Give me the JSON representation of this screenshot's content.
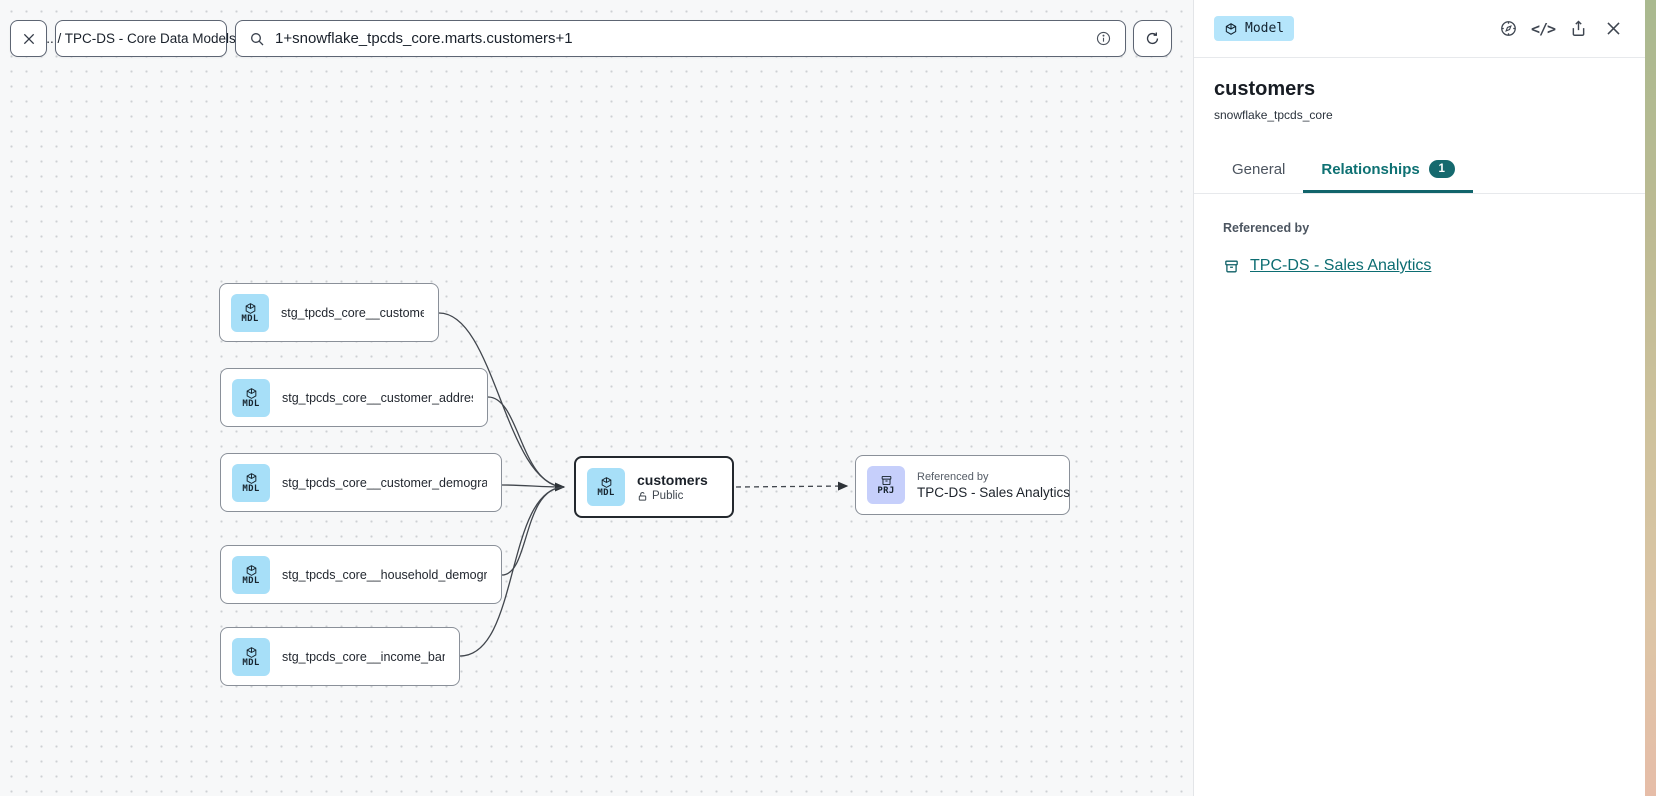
{
  "toolbar": {
    "breadcrumb": ".. / TPC-DS - Core Data Models",
    "search_value": "1+snowflake_tpcds_core.marts.customers+1"
  },
  "lineage": {
    "upstream_nodes": [
      {
        "badge": "MDL",
        "label": "stg_tpcds_core__customer"
      },
      {
        "badge": "MDL",
        "label": "stg_tpcds_core__customer_address"
      },
      {
        "badge": "MDL",
        "label": "stg_tpcds_core__customer_demogra…"
      },
      {
        "badge": "MDL",
        "label": "stg_tpcds_core__household_demogr…"
      },
      {
        "badge": "MDL",
        "label": "stg_tpcds_core__income_band"
      }
    ],
    "selected_node": {
      "badge": "MDL",
      "title": "customers",
      "access": "Public"
    },
    "downstream_node": {
      "badge": "PRJ",
      "kicker": "Referenced by",
      "label": "TPC-DS - Sales Analytics"
    }
  },
  "panel": {
    "type_badge": "Model",
    "title": "customers",
    "project": "snowflake_tpcds_core",
    "tabs": {
      "general": "General",
      "relationships": "Relationships",
      "relationships_count": "1"
    },
    "referenced_by_heading": "Referenced by",
    "referenced_by_link": "TPC-DS - Sales Analytics"
  },
  "icons": {
    "close": "x",
    "search": "magnifier",
    "info": "info-circle",
    "refresh": "circular-arrow",
    "compass": "explore",
    "code": "</>",
    "share": "export-box-arrow",
    "cube": "model-cube",
    "archive": "project-box",
    "unlock": "public-access"
  },
  "colors": {
    "accent_teal": "#0e7173",
    "badge_pill_teal": "#15696e",
    "model_badge_bg": "#a7dff8",
    "project_badge_bg": "#c6cffb",
    "canvas_bg": "#f7f8f9"
  }
}
